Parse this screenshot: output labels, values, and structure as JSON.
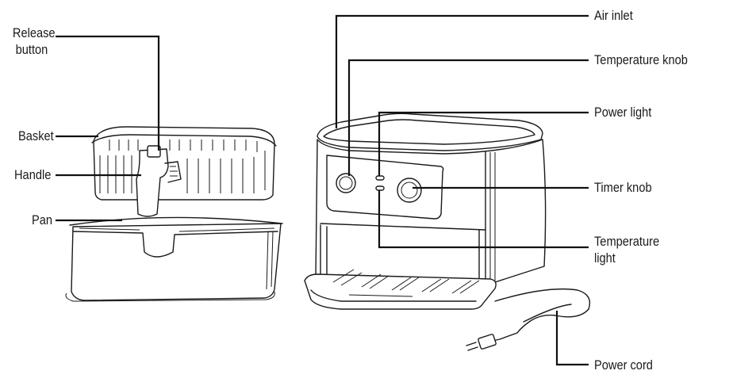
{
  "labels": {
    "release_button_line1": "Release",
    "release_button_line2": "button",
    "basket": "Basket",
    "handle": "Handle",
    "pan": "Pan",
    "air_inlet": "Air inlet",
    "temperature_knob": "Temperature knob",
    "power_light": "Power light",
    "timer_knob": "Timer knob",
    "temperature_light_line1": "Temperature",
    "temperature_light_line2": "light",
    "power_cord": "Power cord"
  }
}
